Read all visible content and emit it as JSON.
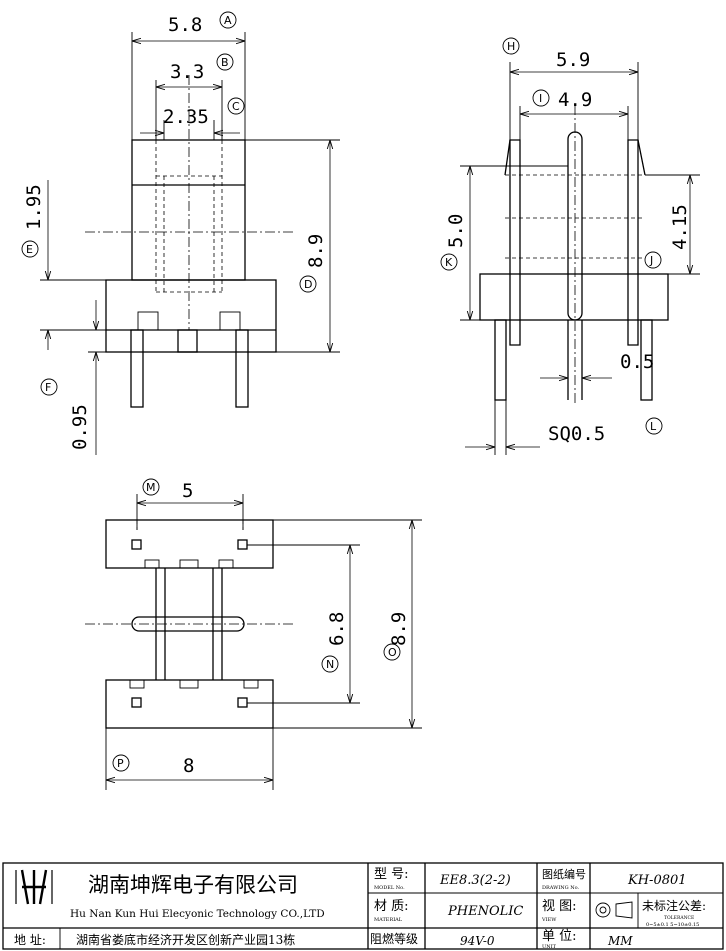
{
  "dimensions": {
    "a": "5.8",
    "b": "3.3",
    "c": "2.35",
    "d": "8.9",
    "e": "1.95",
    "f": "0.95",
    "h": "5.9",
    "i": "4.9",
    "j": "4.15",
    "k": "5.0",
    "l": "SQ0.5",
    "l2": "0.5",
    "m": "5",
    "n": "6.8",
    "o": "8.9",
    "p": "8"
  },
  "labels": {
    "a": "A",
    "b": "B",
    "c": "C",
    "d": "D",
    "e": "E",
    "f": "F",
    "h": "H",
    "i": "I",
    "j": "J",
    "k": "K",
    "l": "L",
    "m": "M",
    "n": "N",
    "o": "O",
    "p": "P"
  },
  "title_block": {
    "company_cn": "湖南坤辉电子有限公司",
    "company_en": "Hu Nan Kun Hui Elecyonic Technology CO.,LTD",
    "address_label": "地 址:",
    "address": "湖南省娄底市经济开发区创新产业园13栋",
    "model_label": "型 号:",
    "model_sub": "MODEL No.",
    "model": "EE8.3(2-2)",
    "material_label": "材 质:",
    "material_sub": "MATERIAL",
    "material": "PHENOLIC",
    "flame_label": "阻燃等级",
    "flame": "94V-0",
    "drawing_no_label": "图纸编号",
    "drawing_no_sub": "DRAWING No.",
    "drawing_no": "KH-0801",
    "view_label": "视 图:",
    "view_sub": "VIEW",
    "tolerance_label": "未标注公差:",
    "tolerance_sub": "TOLERANCE",
    "tolerance": "0~5±0.1  5~10±0.15",
    "unit_label": "单 位:",
    "unit_sub": "UNIT",
    "unit": "MM"
  }
}
